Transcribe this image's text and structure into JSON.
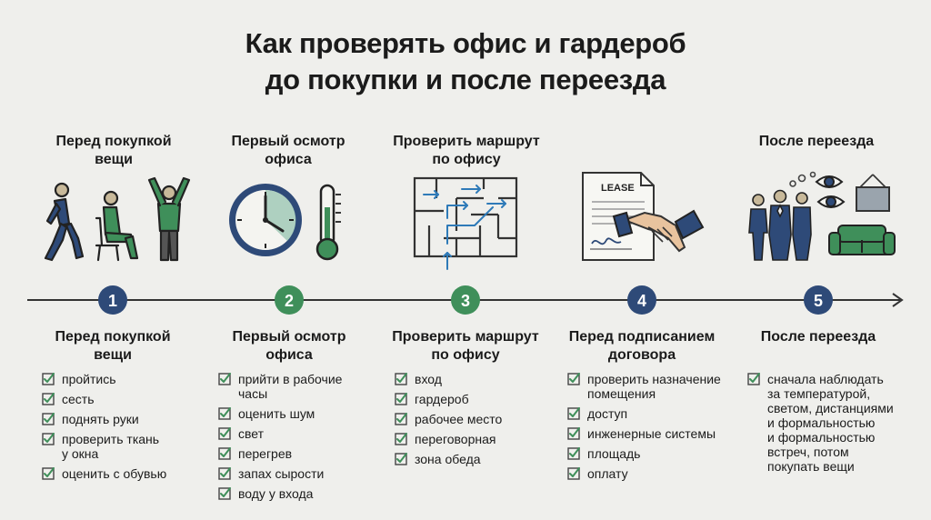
{
  "title_line1": "Как проверять офис и гардероб",
  "title_line2": "до покупки и после переезда",
  "top_labels": [
    "Перед покупкой\nвещи",
    "Первый осмотр\nофиса",
    "Проверить маршрут\nпо офису",
    "После переезда"
  ],
  "lease_text": "LEASE",
  "colors": {
    "navy": "#2e4a78",
    "green": "#3f8f5a",
    "dark": "#222222",
    "check": "#3f8f5a"
  },
  "steps": [
    {
      "number": "1",
      "color": "#2e4a78",
      "title": "Перед покупкой\nвещи",
      "items": [
        "пройтись",
        "сесть",
        "поднять руки",
        "проверить ткань\nу окна",
        "оценить с обувью"
      ]
    },
    {
      "number": "2",
      "color": "#3f8f5a",
      "title": "Первый осмотр\nофиса",
      "items": [
        "прийти в рабочие\nчасы",
        "оценить шум",
        "свет",
        "перегрев",
        "запах сырости",
        "воду у входа"
      ]
    },
    {
      "number": "3",
      "color": "#3f8f5a",
      "title": "Проверить маршрут\nпо офису",
      "items": [
        "вход",
        "гардероб",
        "рабочее место",
        "переговорная",
        "зона обеда"
      ]
    },
    {
      "number": "4",
      "color": "#2e4a78",
      "title": "Перед подписанием\nдоговора",
      "items": [
        "проверить назначение\nпомещения",
        "доступ",
        "инженерные системы",
        "площадь",
        "оплату"
      ]
    },
    {
      "number": "5",
      "color": "#2e4a78",
      "title": "После переезда",
      "items": [
        "сначала наблюдать\nза температурой,\nсветом, дистанциями\nи формальностью\nи формальностью\nвстреч, потом\nпокупать вещи"
      ]
    }
  ]
}
